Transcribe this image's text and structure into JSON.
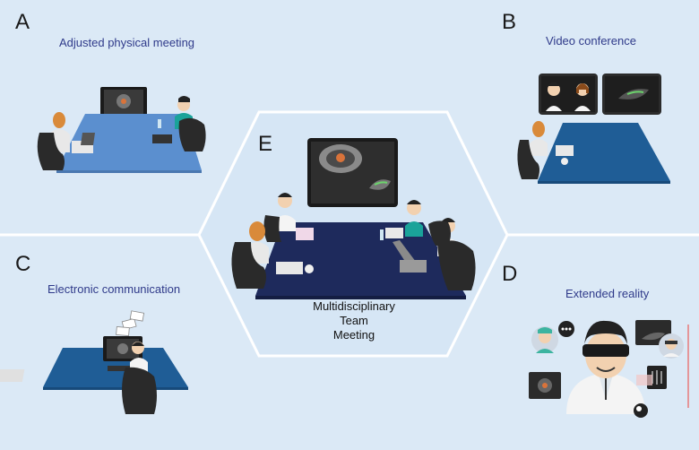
{
  "panels": {
    "A": {
      "letter": "A",
      "caption": "Adjusted physical meeting"
    },
    "B": {
      "letter": "B",
      "caption": "Video conference"
    },
    "C": {
      "letter": "C",
      "caption": "Electronic communication"
    },
    "D": {
      "letter": "D",
      "caption": "Extended reality"
    },
    "E": {
      "letter": "E",
      "caption_lines": [
        "Multidisciplinary",
        "Team",
        "Meeting"
      ]
    }
  },
  "colors": {
    "background": "#dbe9f6",
    "table_light": "#5b8fcf",
    "table_blue": "#1f5d96",
    "table_navy": "#1e2a5c",
    "chair": "#2a2a2a",
    "hexagon_border": "#ffffff"
  }
}
